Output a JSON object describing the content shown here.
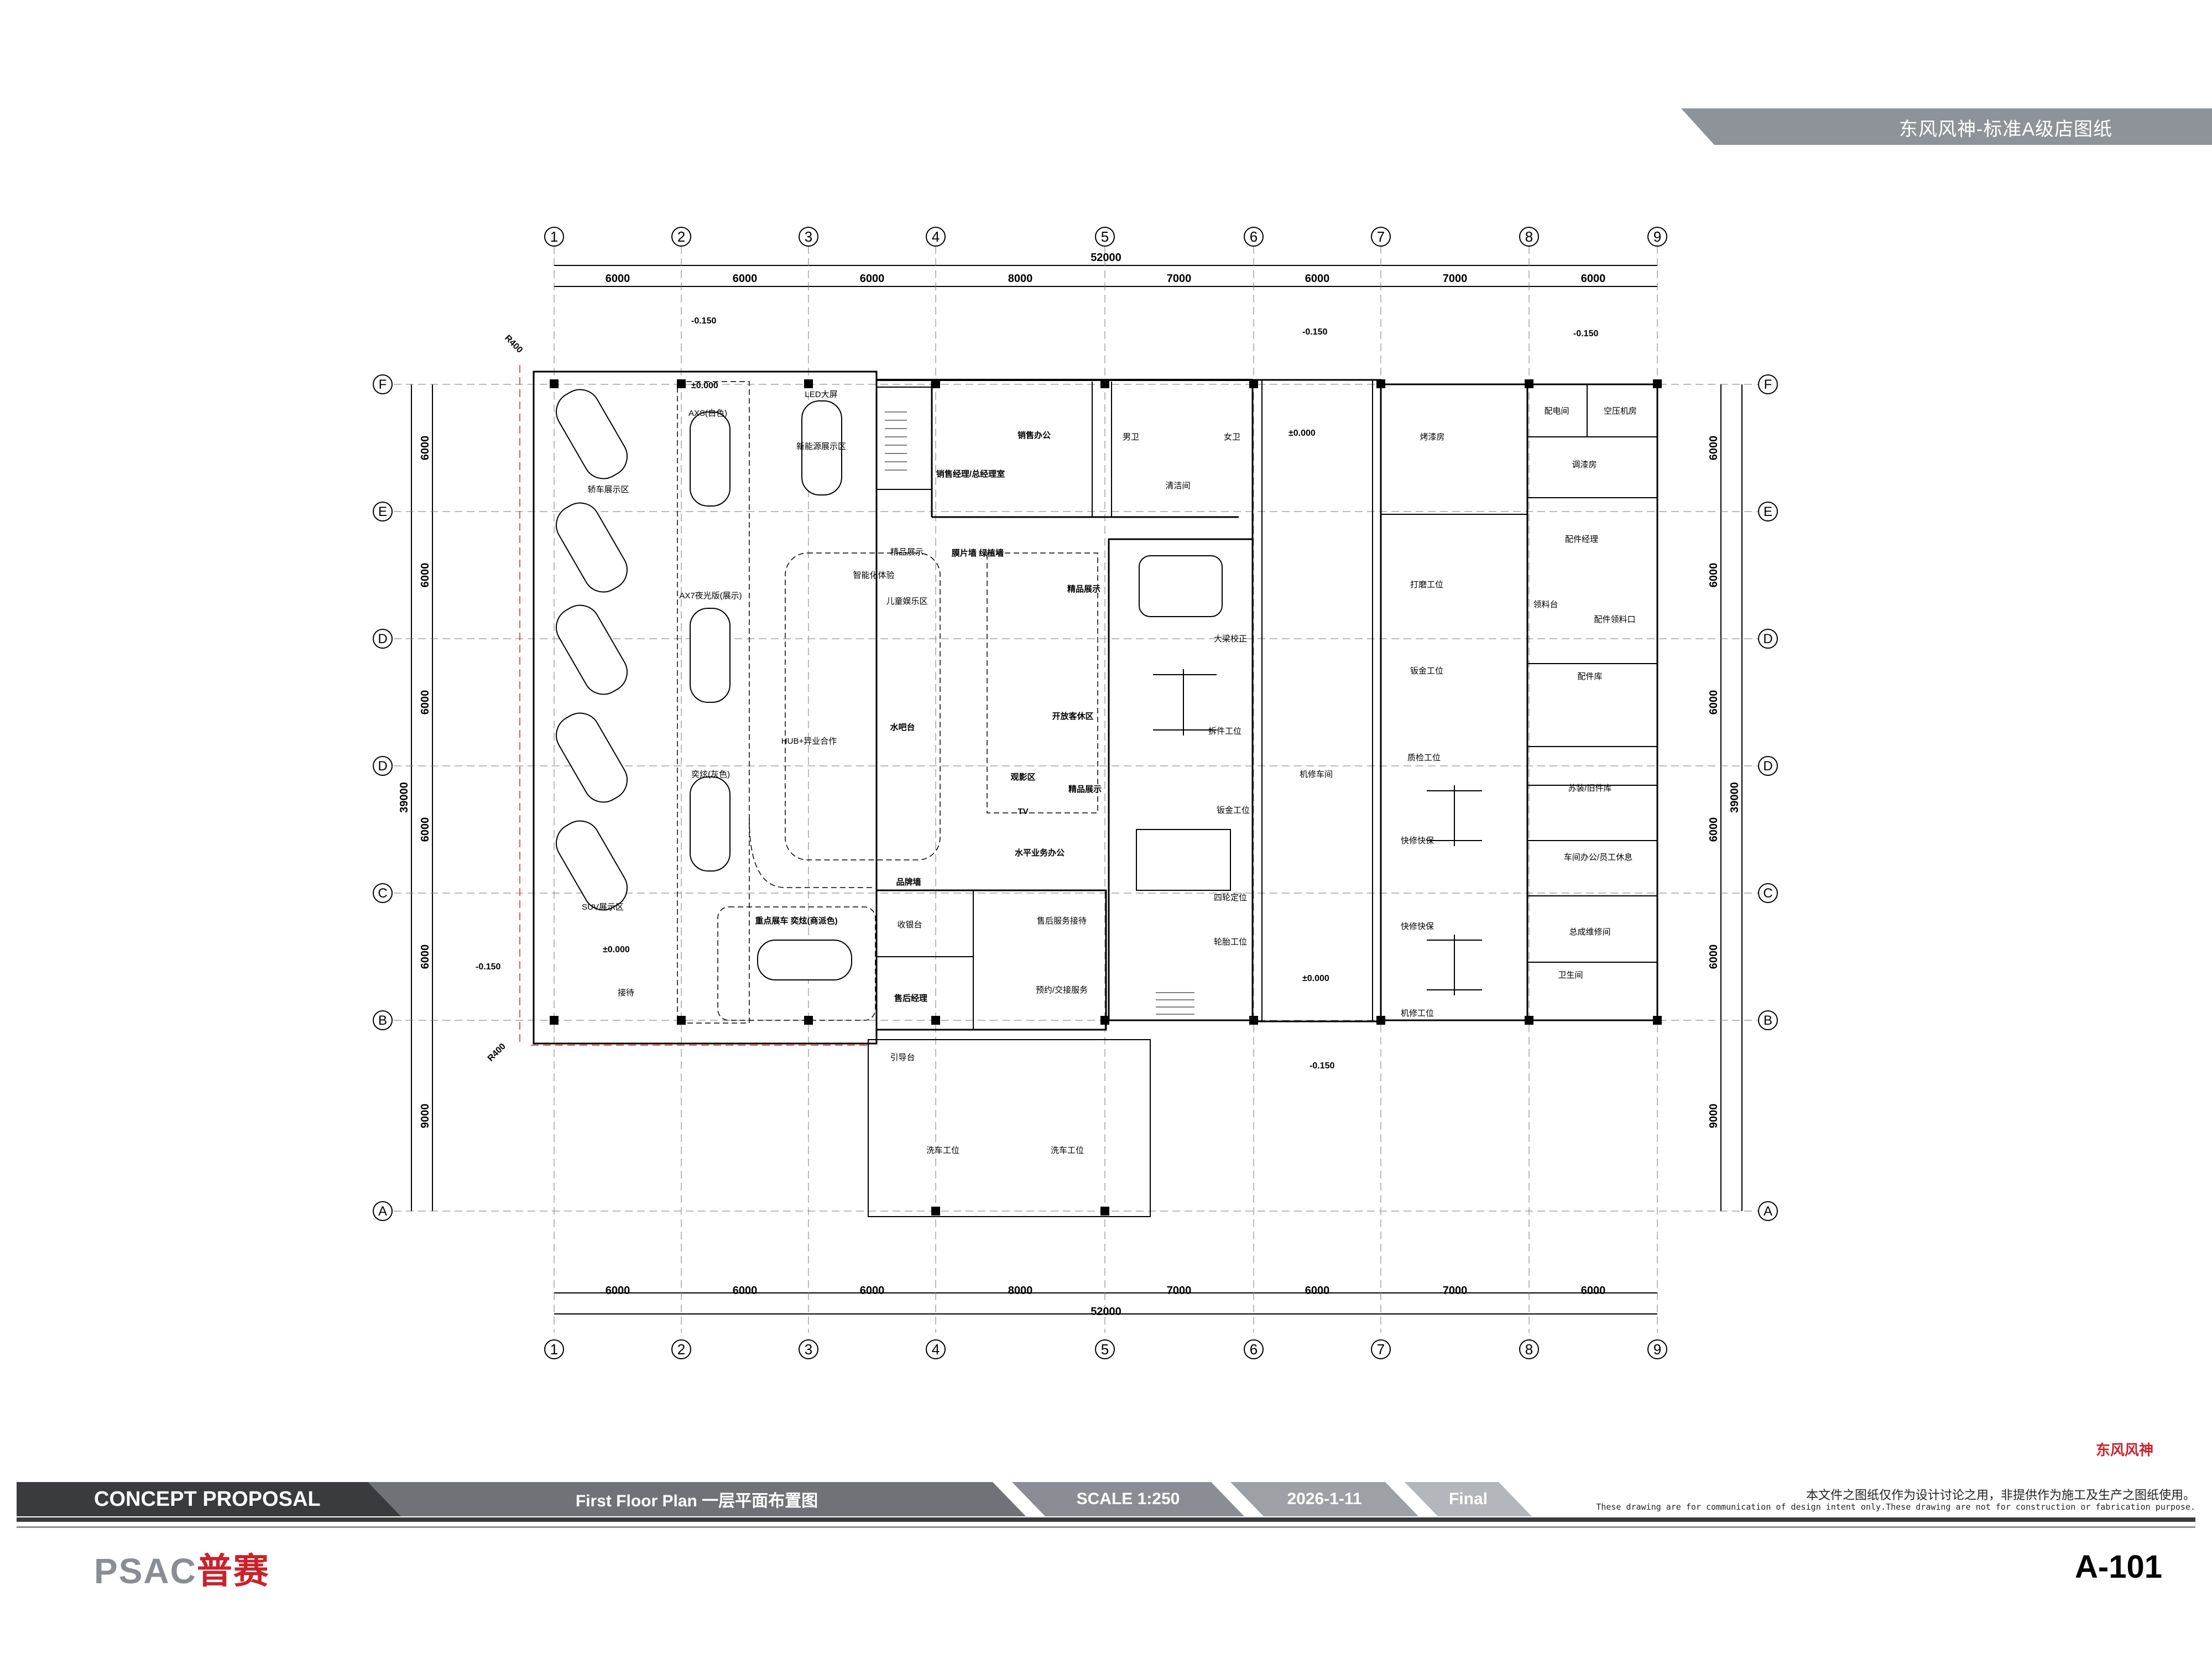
{
  "header": {
    "project_title": "东风风神-标准A级店图纸"
  },
  "grid": {
    "column_labels": [
      "1",
      "2",
      "3",
      "4",
      "5",
      "6",
      "7",
      "8",
      "9"
    ],
    "column_spacings": [
      "6000",
      "6000",
      "6000",
      "8000",
      "7000",
      "6000",
      "7000",
      "6000"
    ],
    "total_width": "52000",
    "row_labels": [
      "F",
      "E",
      "D",
      "D",
      "C",
      "B",
      "A"
    ],
    "row_spacings": [
      "6000",
      "6000",
      "6000",
      "6000",
      "6000",
      "9000"
    ],
    "total_height": "39000"
  },
  "levels": {
    "l1": "-0.150",
    "l2": "±0.000",
    "l3": "-0.150",
    "l4": "-0.150",
    "l5": "±0.000",
    "l6": "±0.000",
    "l7": "-0.150",
    "l8": "±0.000",
    "l9": "-0.150"
  },
  "radius_label": "R400",
  "rooms": {
    "axs_white": "AXS(白色)",
    "led_screen": "LED大屏",
    "new_energy": "新能源展示区",
    "sedan_display": "轿车展示区",
    "ax7_night": "AX7夜光版(展示)",
    "suv_display": "SUV展示区",
    "yixuan_gray": "奕炫(灰色)",
    "boutique_1": "精品展示",
    "smart_exp": "智能化体验",
    "kids": "儿童娱乐区",
    "bar": "水吧台",
    "hub": "HUB+异业合作",
    "sales_office": "销售办公",
    "sales_manager": "销售经理/总经理室",
    "film_wall": "膜片墙\n绿植墙",
    "open_lounge": "开放客休区",
    "viewing": "观影区",
    "boutique_2": "精品展示",
    "boutique_3": "精品展示",
    "tv": "TV",
    "water_desk": "水平业务办公",
    "brand_wall": "品牌墙",
    "cashier": "收银台",
    "service_office": "售后服务接待",
    "after_sales_mgr": "售后经理",
    "appointment": "预约/交接服务",
    "key_car": "重点展车\n奕炫(商派色)",
    "reception": "接待",
    "guide": "引导台",
    "restroom_m": "男卫",
    "restroom_f": "女卫",
    "cleaning": "清洁间",
    "big_beam": "大梁校正",
    "disassemble": "拆件工位",
    "sheet_metal_1": "钣金工位",
    "four_wheel": "四轮定位",
    "tire": "轮胎工位",
    "repair_hall": "机修车间",
    "paint_bake": "烤漆房",
    "grind": "打磨工位",
    "sheet_metal_2": "钣金工位",
    "quality": "质检工位",
    "quick_repair_1": "快修快保",
    "quick_repair_2": "快修快保",
    "mech_station": "机修工位",
    "distribution": "配电间",
    "air_comp": "空压机房",
    "mix_paint": "调漆房",
    "parts_mgr": "配件经理",
    "collect": "领料台",
    "parts_window": "配件领料口",
    "parts_store": "配件库",
    "hazard": "苏装/旧件库",
    "workshop_office": "车间办公/员工休息",
    "assembly": "总成维修间",
    "restroom": "卫生间",
    "wash_1": "洗车工位",
    "wash_2": "洗车工位"
  },
  "footer": {
    "concept": "CONCEPT PROPOSAL",
    "drawing_title": "First Floor Plan 一层平面布置图",
    "scale": "SCALE 1:250",
    "date": "2026-1-11",
    "status": "Final",
    "brand_red": "东风风神",
    "disclaimer_cn": "本文件之图纸仅作为设计讨论之用，非提供作为施工及生产之图纸使用。",
    "disclaimer_en": "These drawing are for communication of design intent only.These drawing are not for construction or fabrication purpose.",
    "logo_main": "PSAC",
    "logo_cn": "普赛",
    "sheet_number": "A-101"
  },
  "colors": {
    "header_gray": "#8e9399",
    "bar_dark": "#3a3b3e",
    "accent_red": "#c8232c"
  }
}
